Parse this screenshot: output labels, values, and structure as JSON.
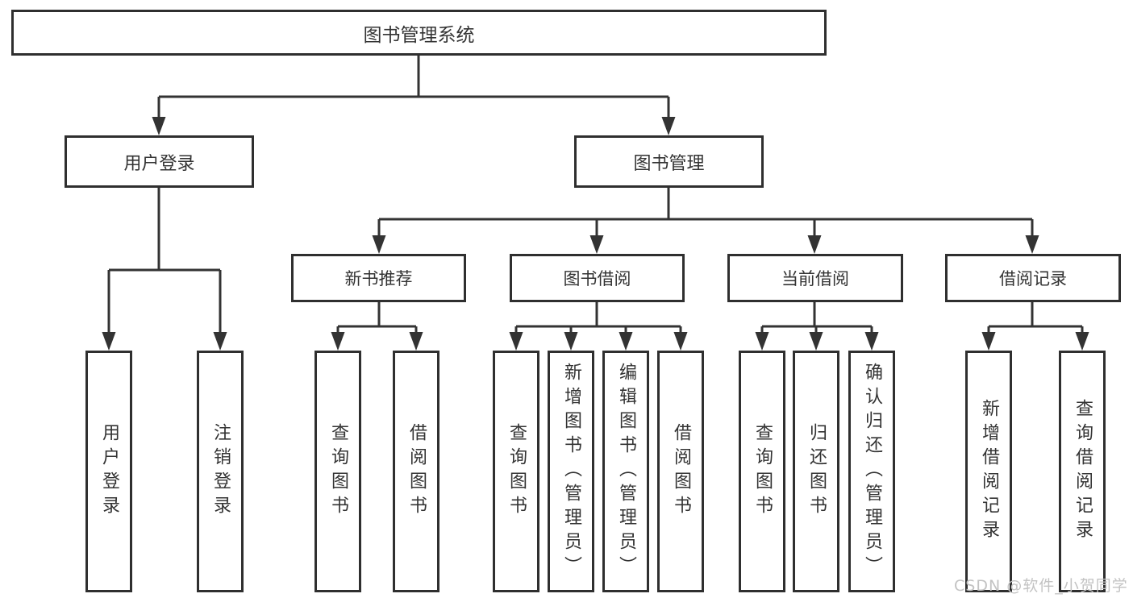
{
  "diagram": {
    "root": {
      "label": "图书管理系统"
    },
    "branches": [
      {
        "label": "用户登录",
        "children": [
          {
            "label": "用户登录"
          },
          {
            "label": "注销登录"
          }
        ]
      },
      {
        "label": "图书管理",
        "children": [
          {
            "label": "新书推荐",
            "children": [
              {
                "label": "查询图书"
              },
              {
                "label": "借阅图书"
              }
            ]
          },
          {
            "label": "图书借阅",
            "children": [
              {
                "label": "查询图书"
              },
              {
                "label": "新增图书（管理员）"
              },
              {
                "label": "编辑图书（管理员）"
              },
              {
                "label": "借阅图书"
              }
            ]
          },
          {
            "label": "当前借阅",
            "children": [
              {
                "label": "查询图书"
              },
              {
                "label": "归还图书"
              },
              {
                "label": "确认归还（管理员）"
              }
            ]
          },
          {
            "label": "借阅记录",
            "children": [
              {
                "label": "新增借阅记录"
              },
              {
                "label": "查询借阅记录"
              }
            ]
          }
        ]
      }
    ]
  },
  "watermark": {
    "text": "CSDN @软件_小贺同学"
  },
  "colors": {
    "line": "#333333",
    "box_border": "#2f2f2f",
    "text": "#333333",
    "watermark": "#c3c3c3",
    "background": "#ffffff"
  }
}
